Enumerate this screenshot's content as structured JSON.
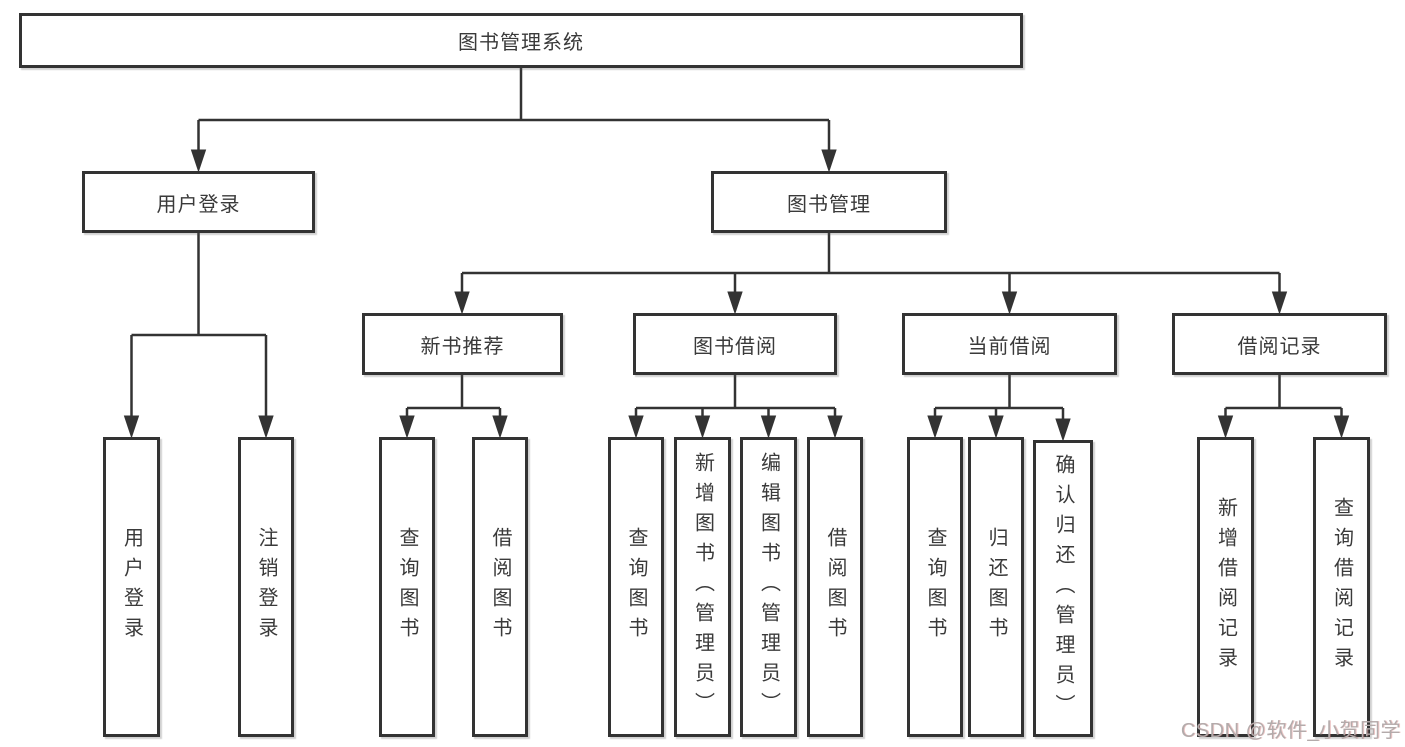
{
  "tree": {
    "label": "图书管理系统",
    "children": [
      {
        "label": "用户登录",
        "children": [
          {
            "label": "用户登录"
          },
          {
            "label": "注销登录"
          }
        ]
      },
      {
        "label": "图书管理",
        "children": [
          {
            "label": "新书推荐",
            "children": [
              {
                "label": "查询图书"
              },
              {
                "label": "借阅图书"
              }
            ]
          },
          {
            "label": "图书借阅",
            "children": [
              {
                "label": "查询图书"
              },
              {
                "label": "新增图书（管理员）"
              },
              {
                "label": "编辑图书（管理员）"
              },
              {
                "label": "借阅图书"
              }
            ]
          },
          {
            "label": "当前借阅",
            "children": [
              {
                "label": "查询图书"
              },
              {
                "label": "归还图书"
              },
              {
                "label": "确认归还（管理员）"
              }
            ]
          },
          {
            "label": "借阅记录",
            "children": [
              {
                "label": "新增借阅记录"
              },
              {
                "label": "查询借阅记录"
              }
            ]
          }
        ]
      }
    ]
  },
  "watermark": "CSDN @软件_小贺同学",
  "colors": {
    "line": "#333333",
    "text": "#3a3a3a",
    "box_fill": "#ffffff",
    "watermark": "#b3abab",
    "background": "#ffffff"
  }
}
